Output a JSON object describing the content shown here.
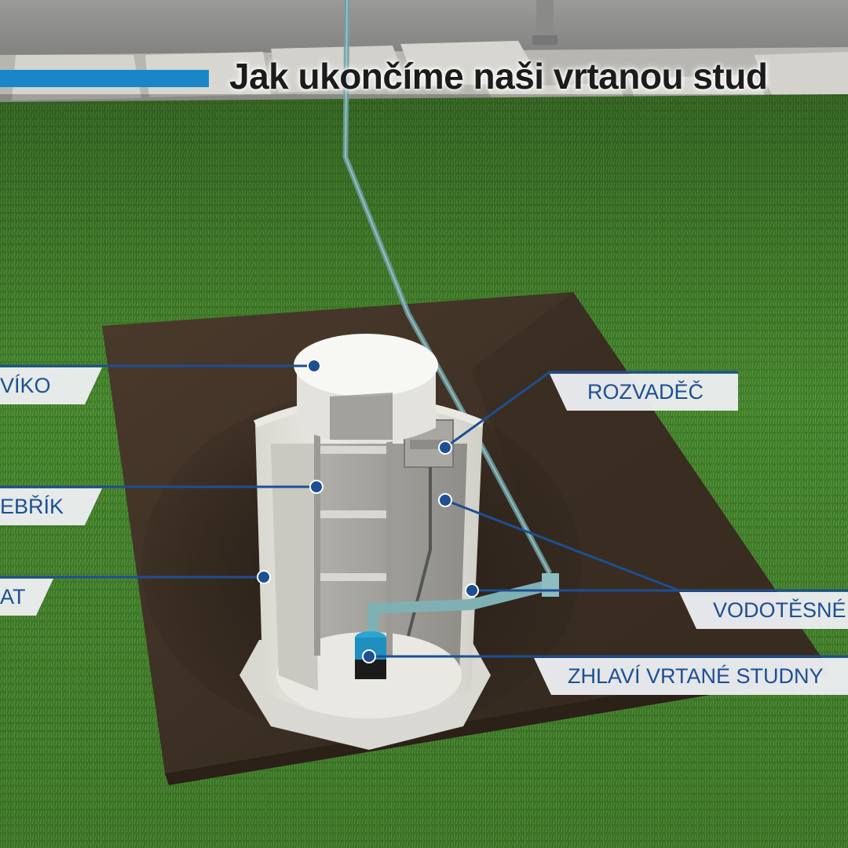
{
  "title": "Jak ukončíme naši vrtanou stud",
  "colors": {
    "accent": "#1a86c8",
    "label_text": "#1d4f92",
    "label_bg": "#eceef1"
  },
  "callouts": {
    "lid": "VÍKO",
    "ladder": "EBŘÍK",
    "shell": "AT",
    "switchboard": "ROZVADĚČ",
    "watertight": "VODOTĚSNÉ",
    "wellhead": "ZHLAVÍ VRTANÉ STUDNY"
  }
}
